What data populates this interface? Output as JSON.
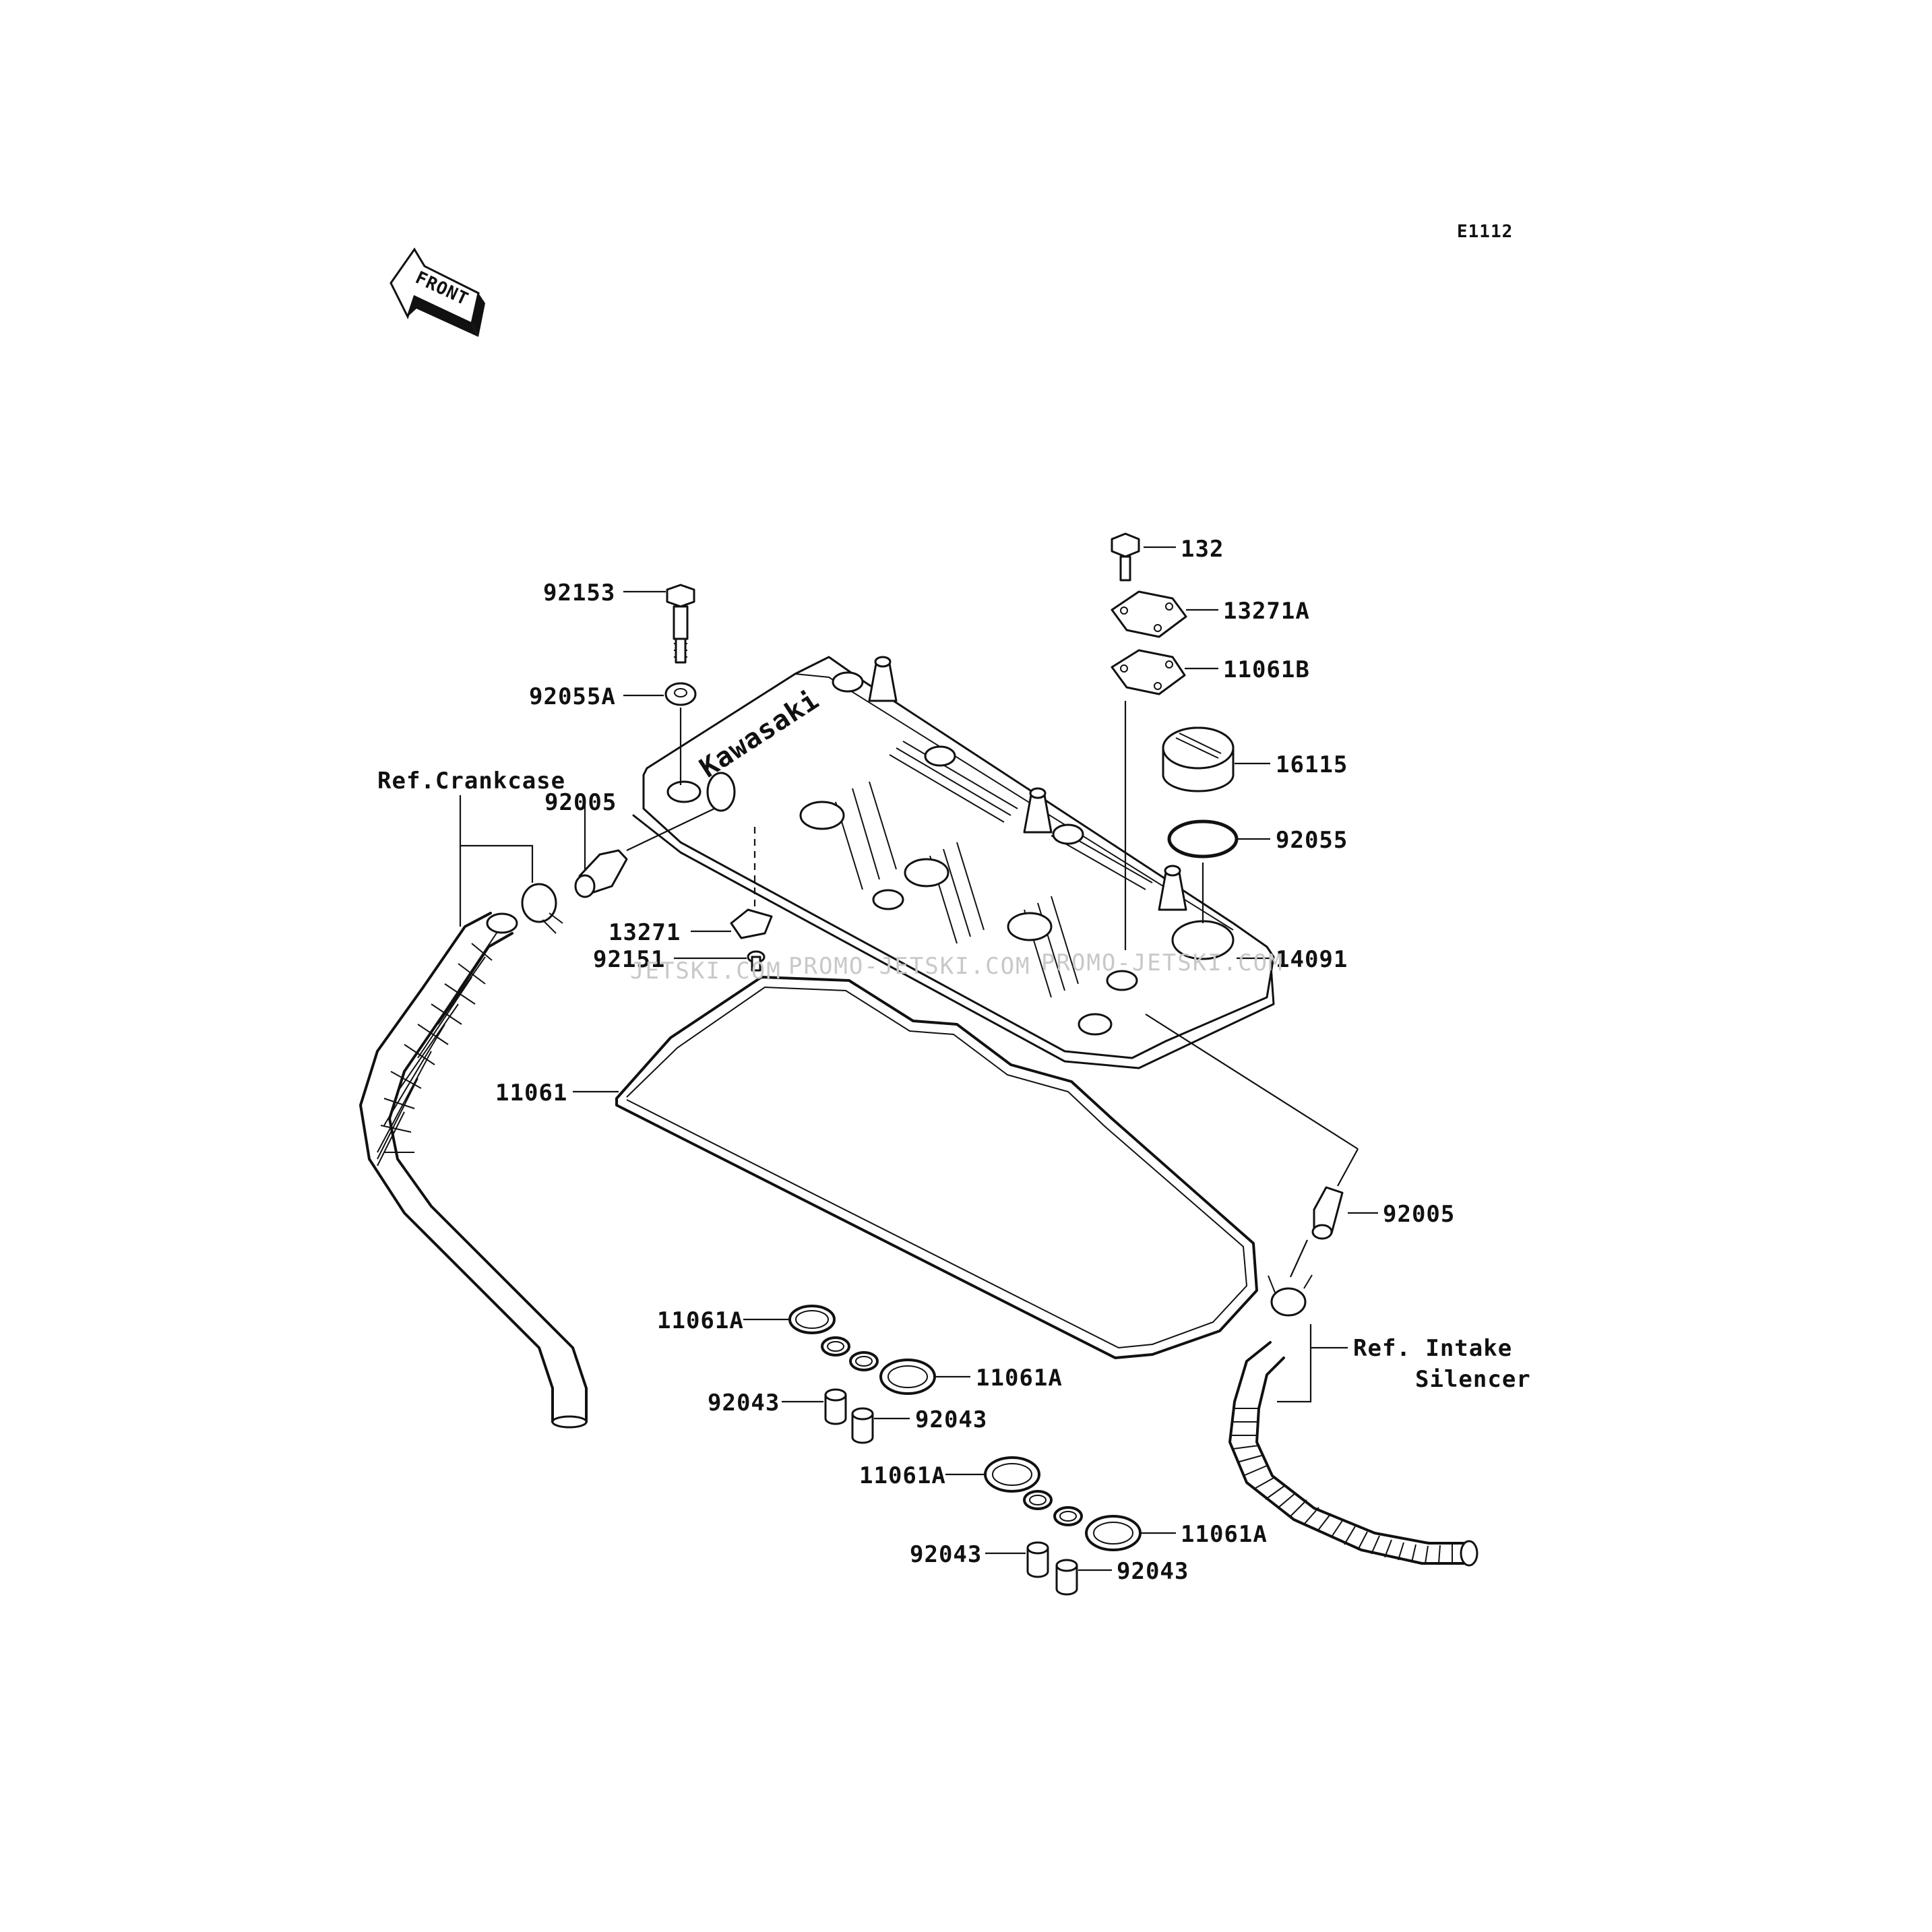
{
  "diagram_code": "E1112",
  "front_arrow_label": "FRONT",
  "watermarks": [
    "JETSKI.COM",
    "PROMO-JETSKI.COM",
    "PROMO-JETSKI.COM"
  ],
  "brand_embossing": "Kawasaki",
  "callouts": {
    "p132": "132",
    "p13271A": "13271A",
    "p11061B": "11061B",
    "p16115": "16115",
    "p92055": "92055",
    "p14091": "14091",
    "p92153": "92153",
    "p92055A": "92055A",
    "p92005_top": "92005",
    "p13271": "13271",
    "p92151": "92151",
    "p11061": "11061",
    "p92005_right": "92005",
    "p11061A_1": "11061A",
    "p11061A_2": "11061A",
    "p92043_1": "92043",
    "p92043_2": "92043",
    "p11061A_3": "11061A",
    "p11061A_4": "11061A",
    "p92043_3": "92043",
    "p92043_4": "92043"
  },
  "references": {
    "crankcase": "Ref.Crankcase",
    "intake_line1": "Ref. Intake",
    "intake_line2": "Silencer"
  }
}
